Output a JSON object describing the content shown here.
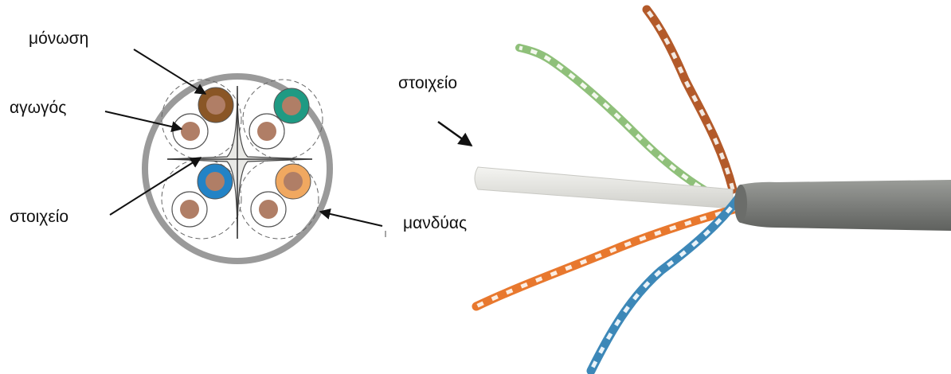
{
  "labels": {
    "insulation": "μόνωση",
    "conductor": "αγωγός",
    "element_left": "στοιχείο",
    "jacket": "μανδύας",
    "element_right": "στοιχείο"
  },
  "colors": {
    "jacket_ring": "#9a9a9a",
    "cable_sheath": "#7f817e",
    "copper": "#b07e66",
    "brown": "#8a5626",
    "green": "#1f9a83",
    "blue": "#2383c6",
    "orange": "#f0a860",
    "wire_orange": "#e8782e",
    "wire_green": "#8fc07a",
    "wire_blue": "#3d88b8",
    "wire_brown": "#b35a2a"
  },
  "icons": [
    "arrow-icon"
  ]
}
